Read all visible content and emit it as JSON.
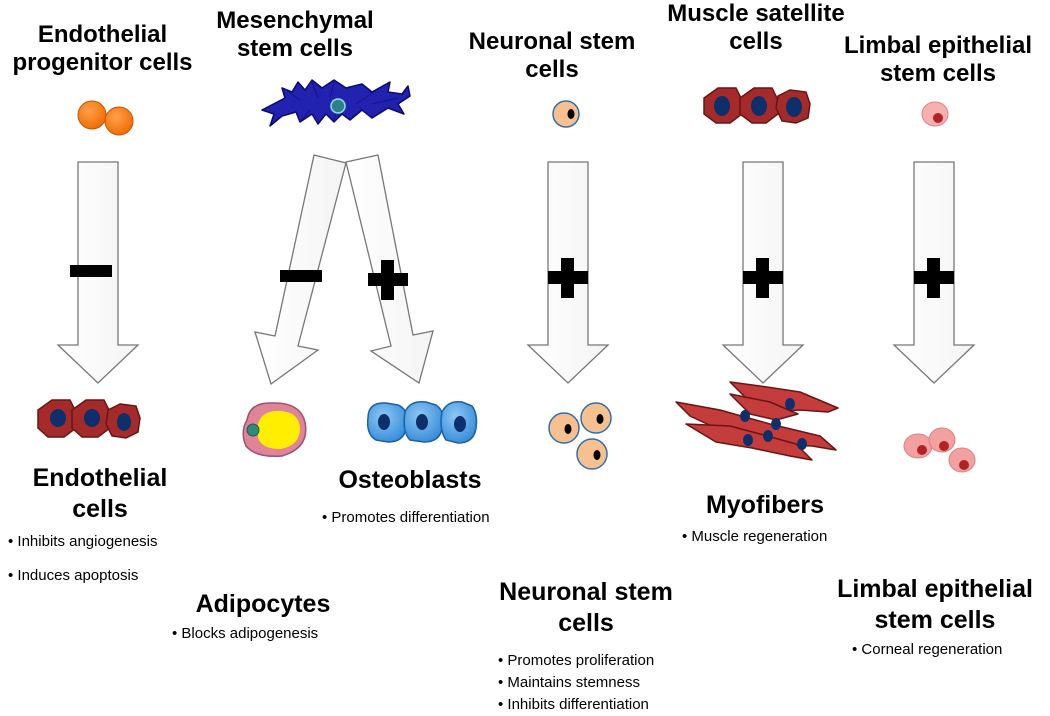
{
  "columns": [
    {
      "id": "endothelial",
      "source_title": [
        "Endothelial",
        "progenitor cells"
      ],
      "effect": "−",
      "target_title": [
        "Endothelial",
        "cells"
      ],
      "notes": [
        "Inhibits angiogenesis",
        "Induces apoptosis"
      ]
    },
    {
      "id": "mesenchymal",
      "source_title": [
        "Mesenchymal",
        "stem cells"
      ],
      "branches": [
        {
          "id": "adipocytes",
          "effect": "−",
          "target_title": [
            "Adipocytes"
          ],
          "notes": [
            "Blocks adipogenesis"
          ]
        },
        {
          "id": "osteoblasts",
          "effect": "+",
          "target_title": [
            "Osteoblasts"
          ],
          "notes": [
            "Promotes differentiation"
          ]
        }
      ]
    },
    {
      "id": "neuronal",
      "source_title": [
        "Neuronal stem",
        "cells"
      ],
      "effect": "+",
      "target_title": [
        "Neuronal stem",
        "cells"
      ],
      "notes": [
        "Promotes proliferation",
        "Maintains stemness",
        "Inhibits differentiation"
      ]
    },
    {
      "id": "muscle",
      "source_title": [
        "Muscle satellite",
        "cells"
      ],
      "effect": "+",
      "target_title": [
        "Myofibers"
      ],
      "notes": [
        "Muscle regeneration"
      ]
    },
    {
      "id": "limbal",
      "source_title": [
        "Limbal epithelial",
        "stem cells"
      ],
      "effect": "+",
      "target_title": [
        "Limbal epithelial",
        "stem cells"
      ],
      "notes": [
        "Corneal regeneration"
      ]
    }
  ],
  "colors": {
    "progenitor_orange": "#f57a10",
    "endothelial_red": "#a52a2a",
    "nucleus_navy": "#0d2f6b",
    "msc_blue": "#2424b8",
    "adipocyte_yellow": "#ffee00",
    "adipocyte_pink": "#e0849a",
    "osteoblast_blue": "#4aa3e6",
    "neuron_peach": "#f7c08f",
    "muscle_red": "#c43c3c",
    "limbal_pink": "#f2a0a0",
    "arrow_outline": "#777777"
  }
}
